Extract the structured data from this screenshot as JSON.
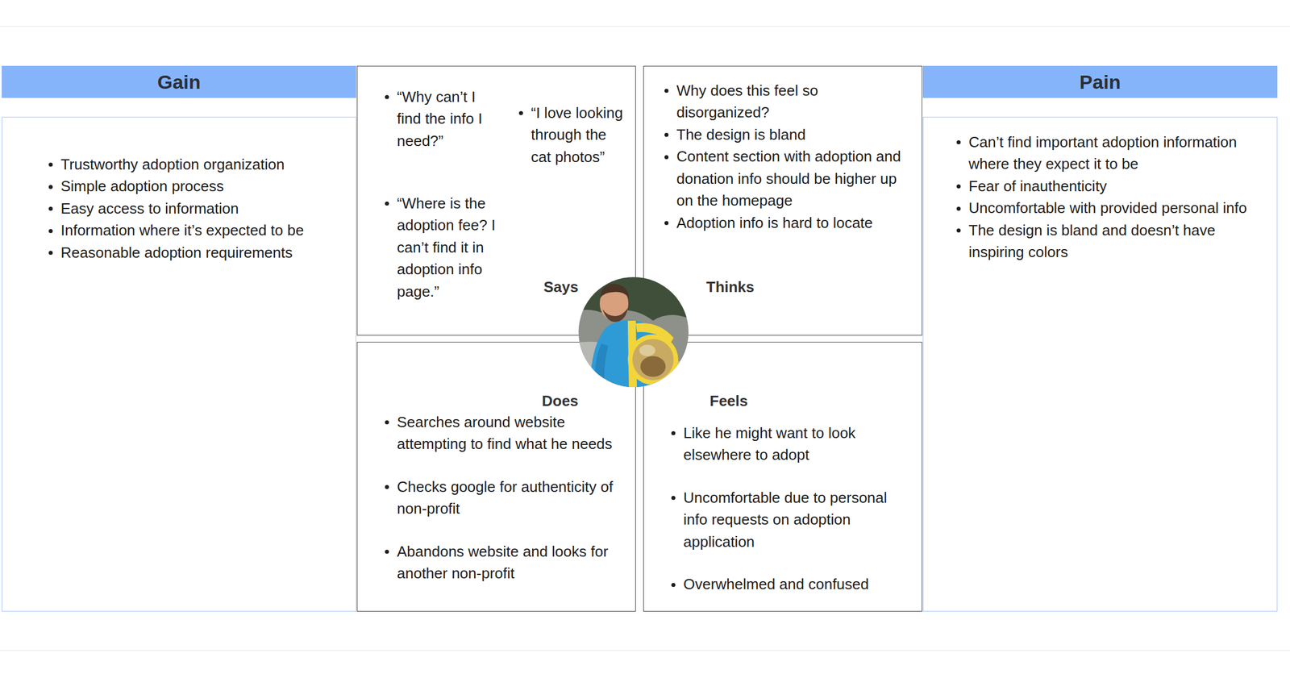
{
  "diagram": {
    "nodes": [
      {
        "text": [
          "Gain"
        ]
      },
      {
        "text": [
          "Trustworthy adoption organization",
          "Simple adoption process",
          "Easy access to information",
          "Information where it’s expected to be",
          "Reasonable adoption requirements"
        ]
      },
      {
        "text": [
          "“Why can’t I find the info I need?”",
          "“I love looking through the cat photos”",
          "“Where is the adoption fee? I can’t find it in adoption info page.”",
          "Says"
        ]
      },
      {
        "text": [
          "Why does this feel so disorganized?",
          "The design is bland",
          "Content section with adoption and donation info should be higher up on the homepage",
          "Adoption info is hard to locate",
          "Thinks"
        ]
      },
      {
        "text": [
          "Does",
          "Searches around website attempting to find what he needs",
          "Checks google for authenticity of non-profit",
          "Abandons website and looks for another non-profit"
        ]
      },
      {
        "text": [
          "Feels",
          "Like he might want to look elsewhere to adopt",
          "Uncomfortable due to personal info requests on adoption application",
          "Overwhelmed and confused"
        ]
      },
      {
        "text": [
          "Pain"
        ]
      },
      {
        "text": [
          "Can’t find important adoption information where they expect it to be",
          "Fear of inauthenticity",
          "Uncomfortable with provided personal info",
          "The design is bland and doesn’t have inspiring colors"
        ]
      }
    ]
  }
}
